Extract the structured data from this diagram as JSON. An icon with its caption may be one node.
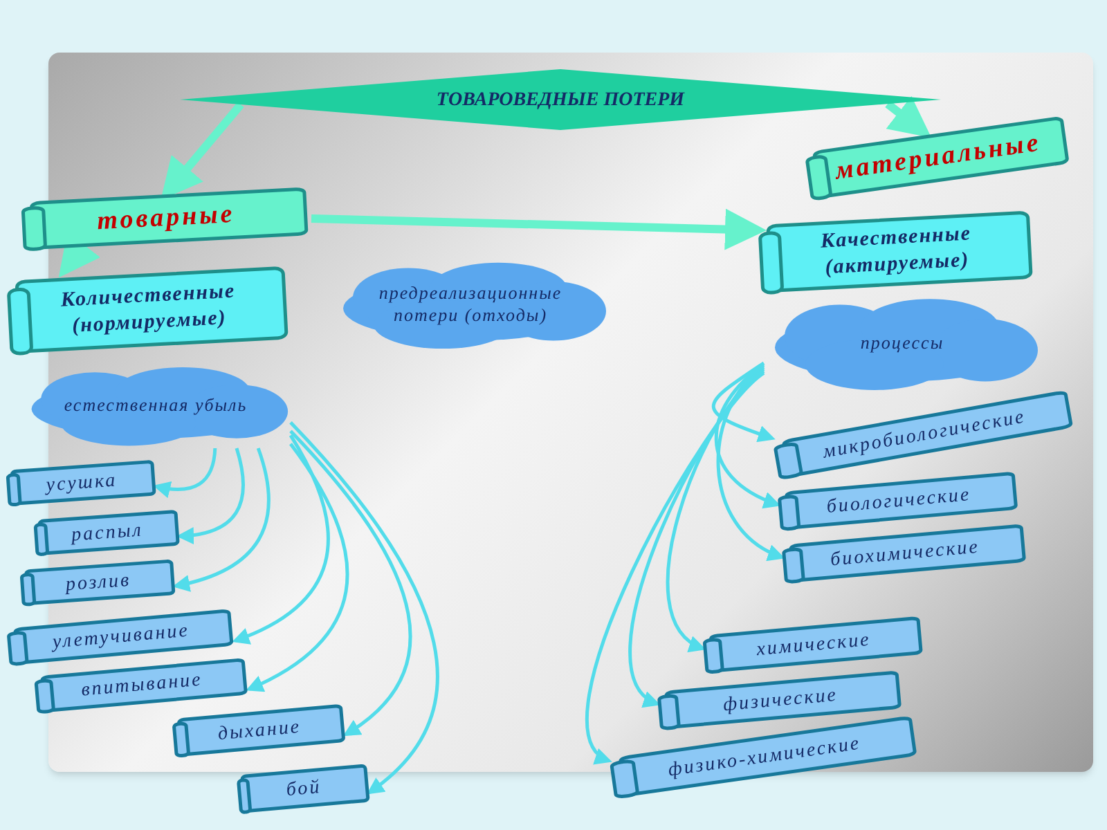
{
  "diagram": {
    "nodes": [
      {
        "text": [
          "ТОВАРОВЕДНЫЕ ПОТЕРИ"
        ]
      },
      {
        "text": [
          "товарные"
        ]
      },
      {
        "text": [
          "материальные"
        ]
      },
      {
        "text": [
          "Количественные (нормируемые)"
        ]
      },
      {
        "text": [
          "Качественные (актируемые)"
        ]
      },
      {
        "text": [
          "естественная убыль"
        ]
      },
      {
        "text": [
          "предреализационные потери (отходы)"
        ]
      },
      {
        "text": [
          "процессы"
        ]
      },
      {
        "text": [
          "усушка"
        ]
      },
      {
        "text": [
          "распыл"
        ]
      },
      {
        "text": [
          "розлив"
        ]
      },
      {
        "text": [
          "улетучивание"
        ]
      },
      {
        "text": [
          "впитывание"
        ]
      },
      {
        "text": [
          "дыхание"
        ]
      },
      {
        "text": [
          "бой"
        ]
      },
      {
        "text": [
          "микробиологические"
        ]
      },
      {
        "text": [
          "биологические"
        ]
      },
      {
        "text": [
          "биохимические"
        ]
      },
      {
        "text": [
          "химические"
        ]
      },
      {
        "text": [
          "физические"
        ]
      },
      {
        "text": [
          "физико-химические"
        ]
      }
    ],
    "edges": [
      {
        "from": 0,
        "to": 1,
        "arrow": "to",
        "style": "thick",
        "color": "#66f2cc"
      },
      {
        "from": 0,
        "to": 2,
        "arrow": "to",
        "style": "thick",
        "color": "#66f2cc"
      },
      {
        "from": 1,
        "to": 4,
        "arrow": "to",
        "style": "thick",
        "color": "#66f2cc"
      },
      {
        "from": 1,
        "to": 3,
        "arrow": "to",
        "style": "thick",
        "color": "#66f2cc"
      },
      {
        "from": 5,
        "to": 8,
        "arrow": "to"
      },
      {
        "from": 5,
        "to": 9,
        "arrow": "to"
      },
      {
        "from": 5,
        "to": 10,
        "arrow": "to"
      },
      {
        "from": 5,
        "to": 11,
        "arrow": "to"
      },
      {
        "from": 5,
        "to": 12,
        "arrow": "to"
      },
      {
        "from": 5,
        "to": 13,
        "arrow": "to"
      },
      {
        "from": 5,
        "to": 14,
        "arrow": "to"
      },
      {
        "from": 7,
        "to": 15,
        "arrow": "to"
      },
      {
        "from": 7,
        "to": 16,
        "arrow": "to"
      },
      {
        "from": 7,
        "to": 17,
        "arrow": "to"
      },
      {
        "from": 7,
        "to": 18,
        "arrow": "to"
      },
      {
        "from": 7,
        "to": 19,
        "arrow": "to"
      },
      {
        "from": 7,
        "to": 20,
        "arrow": "to"
      }
    ]
  }
}
